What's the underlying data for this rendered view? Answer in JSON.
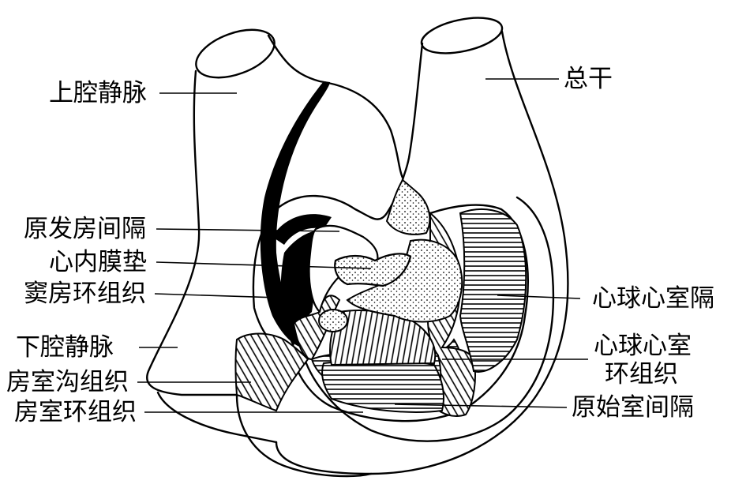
{
  "labels": {
    "svc": "上腔静脉",
    "septum_primum": "原发房间隔",
    "endocardial_cushion": "心内膜垫",
    "sinoatrial_ring": "窦房环组织",
    "ivc": "下腔静脉",
    "av_sulcus": "房室沟组织",
    "av_ring": "房室环组织",
    "truncus": "总干",
    "bulboventricular_septum": "心球心室隔",
    "bulboventricular_ring_1": "心球心室",
    "bulboventricular_ring_2": "环组织",
    "primitive_ventricular_septum": "原始室间隔"
  },
  "colors": {
    "ink": "#000000",
    "paper": "#ffffff"
  }
}
